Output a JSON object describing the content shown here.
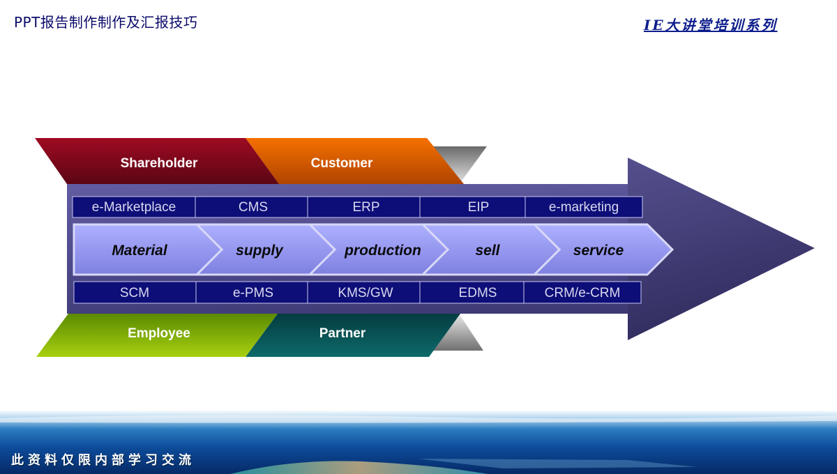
{
  "header": {
    "title": "PPT报告制作制作及汇报技巧",
    "series": "IE大讲堂培训系列"
  },
  "stakeholders": {
    "top": [
      "Shareholder",
      "Customer"
    ],
    "bottom": [
      "Employee",
      "Partner"
    ]
  },
  "systems_top": [
    "e-Marketplace",
    "CMS",
    "ERP",
    "EIP",
    "e-marketing"
  ],
  "value_chain": [
    "Material",
    "supply",
    "production",
    "sell",
    "service"
  ],
  "systems_bottom": [
    "SCM",
    "e-PMS",
    "KMS/GW",
    "EDMS",
    "CRM/e-CRM"
  ],
  "footer": {
    "text": "此资料仅限内部学习交流"
  },
  "colors": {
    "shareholder": "#8f0a1c",
    "customer": "#f06a00",
    "employee": "#8dc00c",
    "partner": "#0a5a5c",
    "arrow": "#5a5498",
    "system_box": "#0e0e78",
    "chevron": "#9a9cf4"
  }
}
